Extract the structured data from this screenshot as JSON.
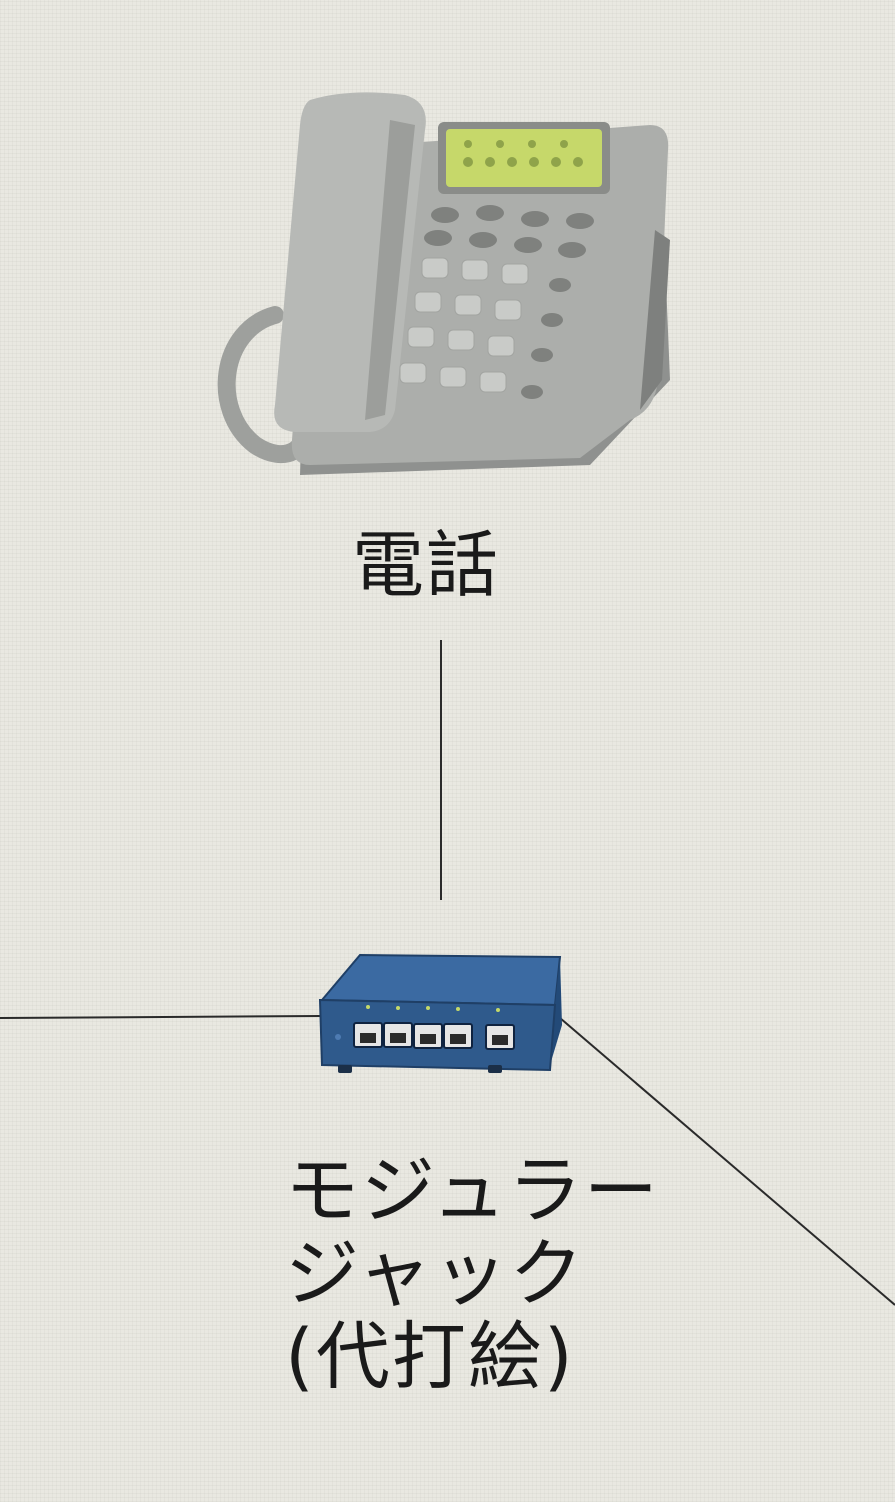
{
  "nodes": {
    "phone": {
      "label": "電話",
      "icon": "desk-phone-icon"
    },
    "jack": {
      "label_lines": [
        "モジュラー",
        "ジャック",
        "(代打絵)"
      ],
      "icon": "network-switch-icon"
    }
  },
  "colors": {
    "background": "#e9e8e1",
    "line": "#2a2a2a",
    "phone_body": "#a9aba8",
    "phone_screen": "#c6d86a",
    "switch_body": "#2f5a8c"
  }
}
